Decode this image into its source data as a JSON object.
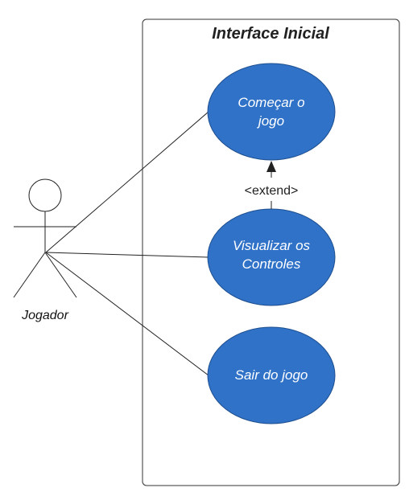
{
  "system": {
    "title": "Interface Inicial"
  },
  "actor": {
    "name": "Jogador"
  },
  "use_cases": [
    {
      "id": "start",
      "lines": [
        "Começar o",
        "jogo"
      ]
    },
    {
      "id": "controls",
      "lines": [
        "Visualizar os",
        "Controles"
      ]
    },
    {
      "id": "exit",
      "lines": [
        "Sair do jogo"
      ]
    }
  ],
  "relations": {
    "extend_label": "<extend>"
  },
  "colors": {
    "use_case_fill": "#2f72c8",
    "use_case_stroke": "#1f4f8f",
    "line": "#222222"
  }
}
